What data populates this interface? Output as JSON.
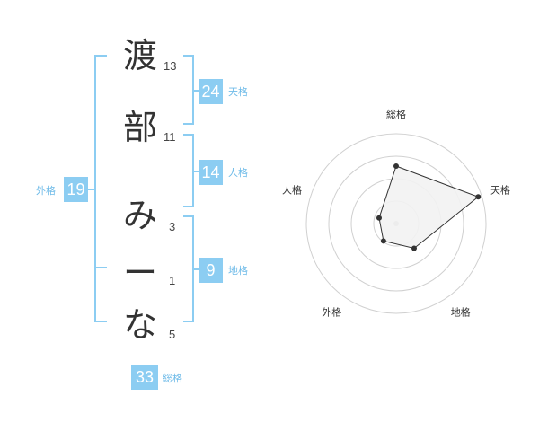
{
  "name": {
    "characters": [
      {
        "char": "渡",
        "strokes": "13"
      },
      {
        "char": "部",
        "strokes": "11"
      },
      {
        "char": "み",
        "strokes": "3"
      },
      {
        "char": "ー",
        "strokes": "1"
      },
      {
        "char": "な",
        "strokes": "5"
      }
    ]
  },
  "fortune": {
    "tenkaku": {
      "label": "天格",
      "value": "24"
    },
    "jinkaku": {
      "label": "人格",
      "value": "14"
    },
    "chikaku": {
      "label": "地格",
      "value": "9"
    },
    "gaikaku": {
      "label": "外格",
      "value": "19"
    },
    "soukaku": {
      "label": "総格",
      "value": "33"
    }
  },
  "colors": {
    "accent": "#8ccdf2",
    "accent_text": "#6fbbe8",
    "radar_fill": "#f2f2f2",
    "radar_line": "#333333",
    "ring": "#d0d0d0"
  },
  "chart_data": {
    "type": "radar",
    "axes": [
      "総格",
      "天格",
      "地格",
      "外格",
      "人格"
    ],
    "rings": 4,
    "values": [
      3.2,
      4.8,
      1.7,
      1.2,
      1.0
    ],
    "max": 5,
    "grid": true
  }
}
